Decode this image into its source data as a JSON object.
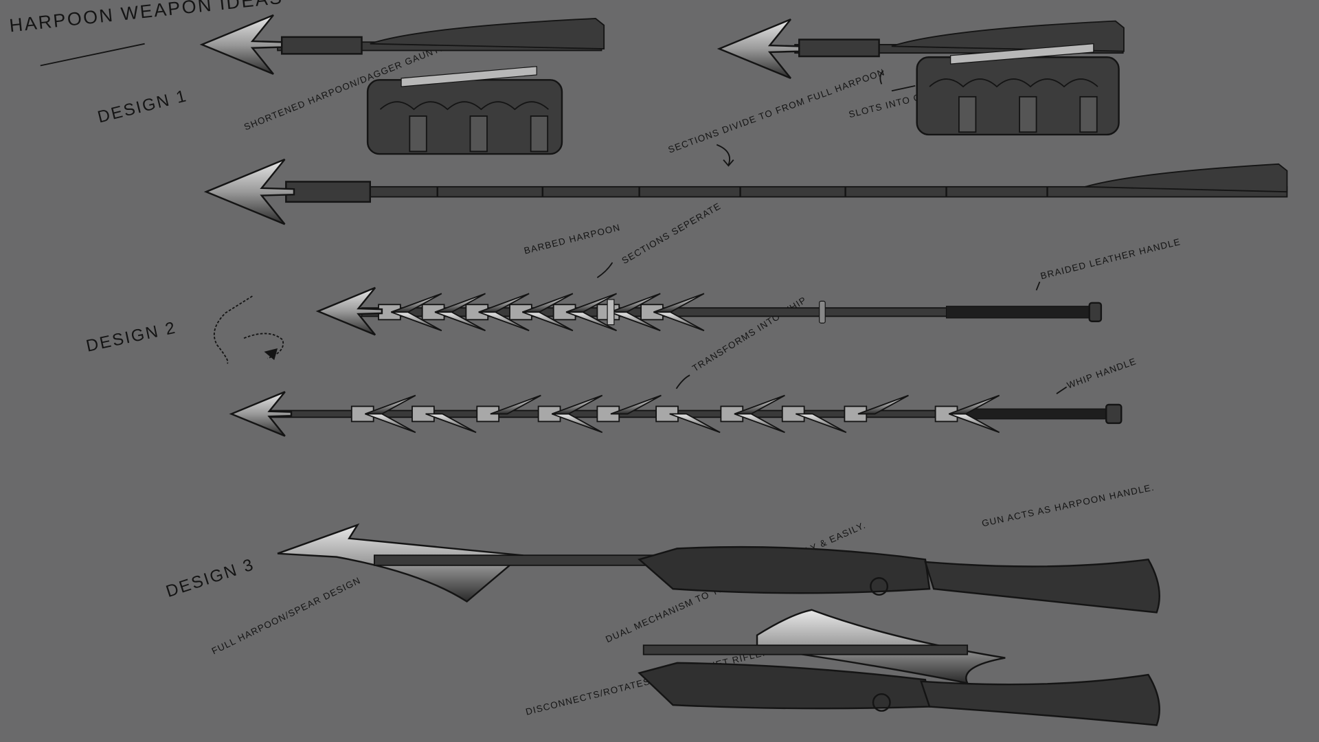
{
  "title": "Harpoon weapon ideas",
  "design_1": {
    "label": "Design 1",
    "notes": {
      "gauntlet": "Shortened harpoon/dagger gauntlet.",
      "slots": "Slots into gauntlet easily",
      "sections": "Sections divide to from full harpoon"
    }
  },
  "design_2": {
    "label": "Design 2",
    "notes": {
      "barbed": "Barbed harpoon",
      "separate": "Sections seperate",
      "braided": "Braided leather handle",
      "transforms": "Transforms into whip",
      "whip_handle": "Whip handle"
    }
  },
  "design_3": {
    "label": "Design 3",
    "notes": {
      "full": "Full harpoon/spear design",
      "gun": "Gun acts as harpoon handle.",
      "dual": "Dual mechanism to transform quickly & easily.",
      "disconnects": "Disconnects/rotates into bayonet rifle."
    }
  },
  "colors": {
    "background": "#6a6a6b",
    "ink": "#141414",
    "dark_metal": "#3a3a3a",
    "steel": "#c8c8c8"
  }
}
